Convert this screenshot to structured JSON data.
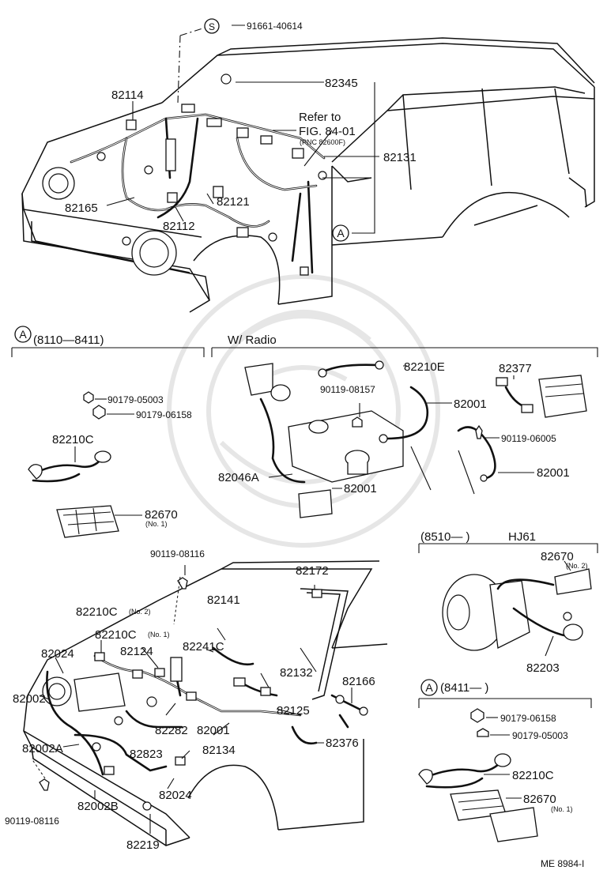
{
  "labels": {
    "s_marker": "S",
    "a_marker": "A",
    "p91661_40614": "91661-40614",
    "p82345": "82345",
    "p82114": "82114",
    "refer_to": "Refer to",
    "fig": "FIG. 84-01",
    "pnc": "(PNC 82600F)",
    "p82131": "82131",
    "p82165": "82165",
    "p82121": "82121",
    "p82112": "82112",
    "sec_a1_range": "(8110—8411)",
    "w_radio": "W/ Radio",
    "p82210e": "82210E",
    "p82377": "82377",
    "p90119_08157": "90119-08157",
    "p82001_a": "82001",
    "p90179_05003_a": "90179-05003",
    "p90179_06158_a": "90179-06158",
    "p82210c_a": "82210C",
    "p90119_06005": "90119-06005",
    "p82001_b": "82001",
    "p82046a": "82046A",
    "p82001_c": "82001",
    "p82670_a": "82670",
    "no1_a": "(No. 1)",
    "sec_hj61_range": "(8510—      )",
    "hj61": "HJ61",
    "p90119_08116_a": "90119-08116",
    "p82172": "82172",
    "p82670_b": "82670",
    "no2_b": "(No. 2)",
    "p82141": "82141",
    "p82210c_no2": "82210C",
    "no2_c": "(No. 2)",
    "p82210c_no1": "82210C",
    "no1_c": "(No. 1)",
    "p82241c": "82241C",
    "p82024_a": "82024",
    "p82124": "82124",
    "p82203": "82203",
    "p82132": "82132",
    "p82166": "82166",
    "p82002": "82002",
    "sec_a2_range": "(8411—      )",
    "p82125": "82125",
    "p82282": "82282",
    "p82001_d": "82001",
    "p90179_06158_b": "90179-06158",
    "p90179_05003_b": "90179-05003",
    "p82376": "82376",
    "p82002a": "82002A",
    "p82823": "82823",
    "p82134": "82134",
    "p82210c_b": "82210C",
    "p82024_b": "82024",
    "p82670_c": "82670",
    "no1_d": "(No. 1)",
    "p90119_08116_b": "90119-08116",
    "p82002b": "82002B",
    "p82219": "82219",
    "code": "ME  8984-I"
  }
}
